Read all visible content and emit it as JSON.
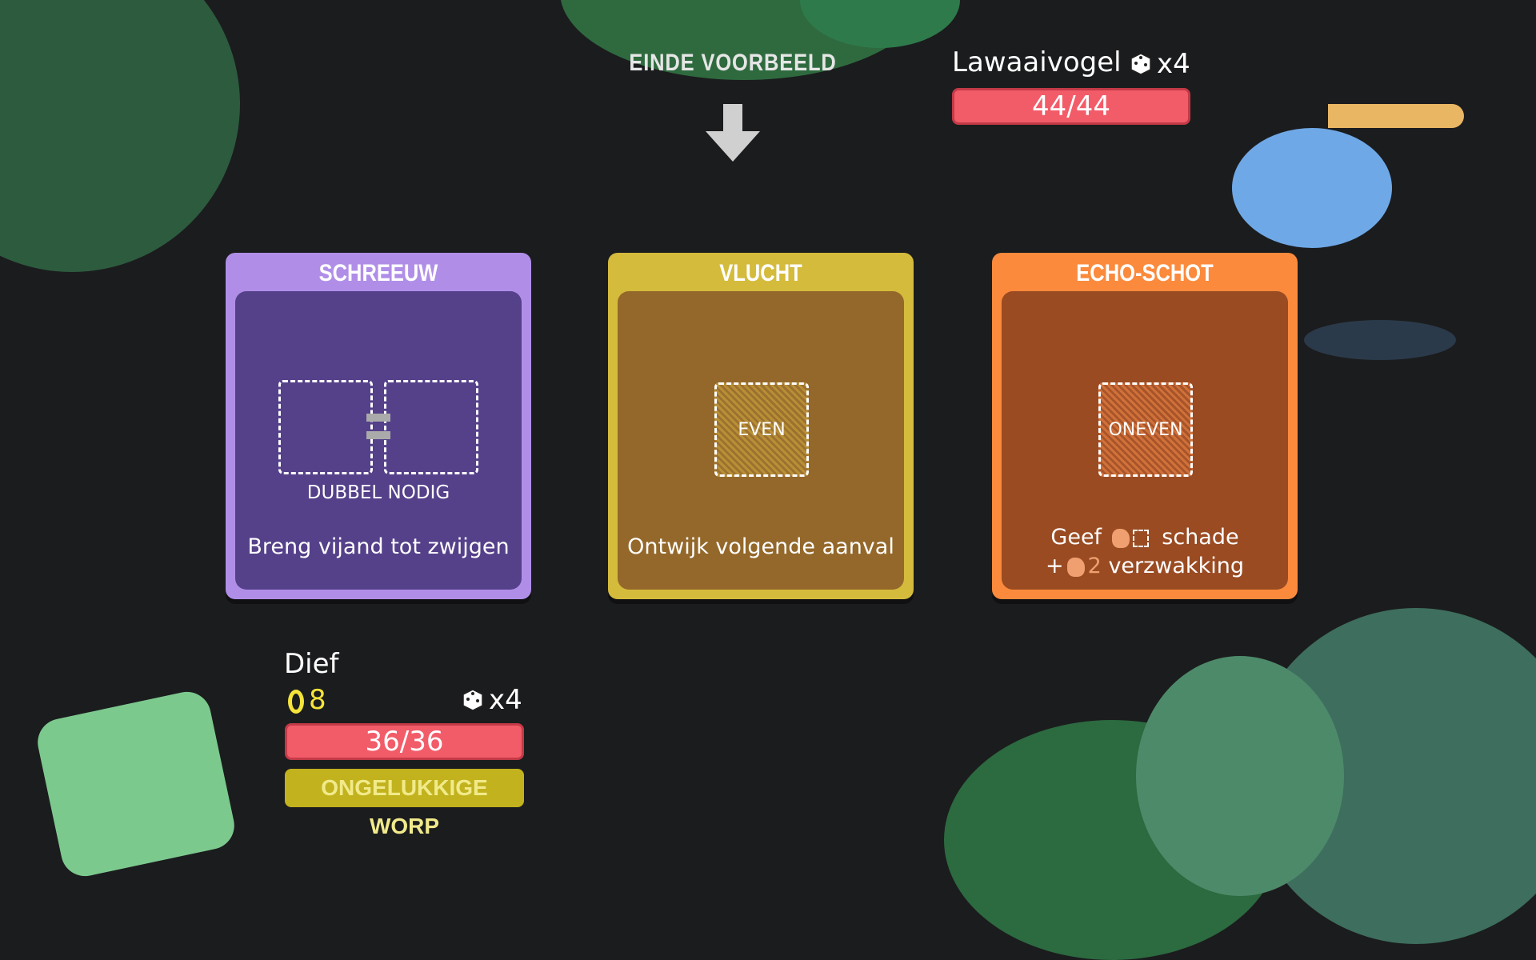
{
  "header": {
    "title": "EINDE VOORBEELD"
  },
  "enemy": {
    "name": "Lawaaivogel",
    "dice_count": "x4",
    "hp": "44/44",
    "hp_fraction": 1.0
  },
  "cards": [
    {
      "title": "SCHREEUW",
      "slot_label": "DUBBEL NODIG",
      "description": "Breng vijand tot zwijgen",
      "color": "#b08ee8",
      "inner": "#55408a"
    },
    {
      "title": "VLUCHT",
      "slot_label": "EVEN",
      "description": "Ontwijk volgende aanval",
      "color": "#d4bb3c",
      "inner": "#94682a"
    },
    {
      "title": "ECHO-SCHOT",
      "slot_label": "ONEVEN",
      "description_line1_a": "Geef",
      "description_line1_b": "schade",
      "description_line2_a": "+",
      "description_line2_b": "2",
      "description_line2_c": "verzwakking",
      "color": "#fb8a3c",
      "inner": "#9a4b22"
    }
  ],
  "player": {
    "name": "Dief",
    "gold": "8",
    "dice_count": "x4",
    "hp": "36/36",
    "hp_fraction": 1.0,
    "status": "ONGELUKKIGE WORP"
  }
}
